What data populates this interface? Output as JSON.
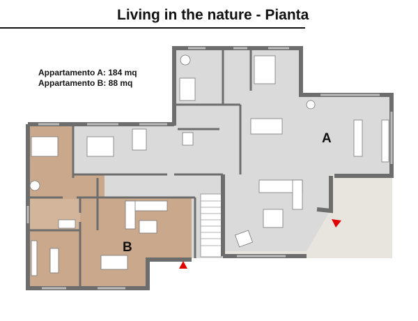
{
  "title": "Living in the nature - Pianta",
  "areas": [
    "Appartamento A: 184 mq",
    "Appartamento B:  88 mq"
  ],
  "apartments": {
    "a": "A",
    "b": "B"
  },
  "colors": {
    "wall": "#6d6d6d",
    "floor_a": "#dadada",
    "floor_b": "#c9a88c",
    "terrace": "#e8e4de",
    "entrance": "#e00000"
  }
}
